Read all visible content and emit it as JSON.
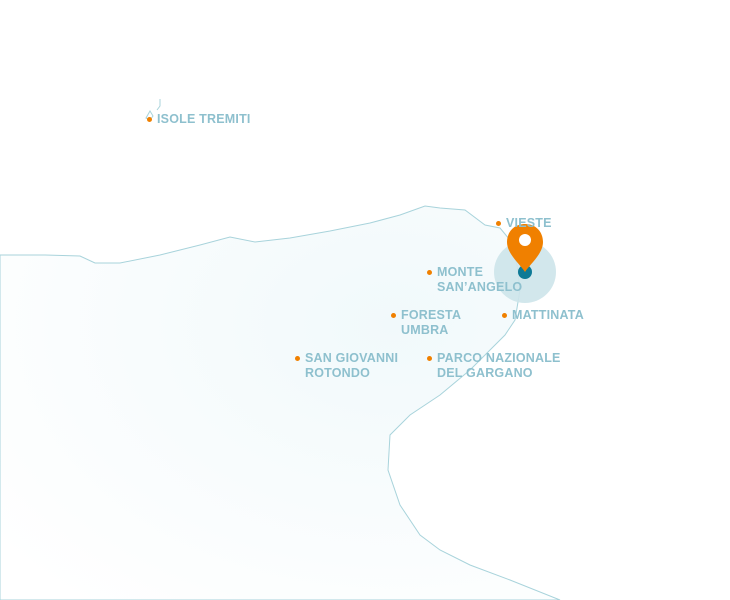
{
  "colors": {
    "accent": "#f08000",
    "label": "#8ec0ce",
    "coast": "#a8d3db",
    "land": "#f4fafc",
    "selected": "#0e7a96",
    "halo": "#cde4ea"
  },
  "places": [
    {
      "name": "ISOLE TREMITI"
    },
    {
      "name": "VIESTE"
    },
    {
      "name": "MONTE\nSAN’ANGELO"
    },
    {
      "name": "FORESTA\nUMBRA"
    },
    {
      "name": "MATTINATA"
    },
    {
      "name": "SAN GIOVANNI\nROTONDO"
    },
    {
      "name": "PARCO NAZIONALE\nDEL GARGANO"
    }
  ],
  "marker": {
    "icon": "map-pin-icon"
  }
}
